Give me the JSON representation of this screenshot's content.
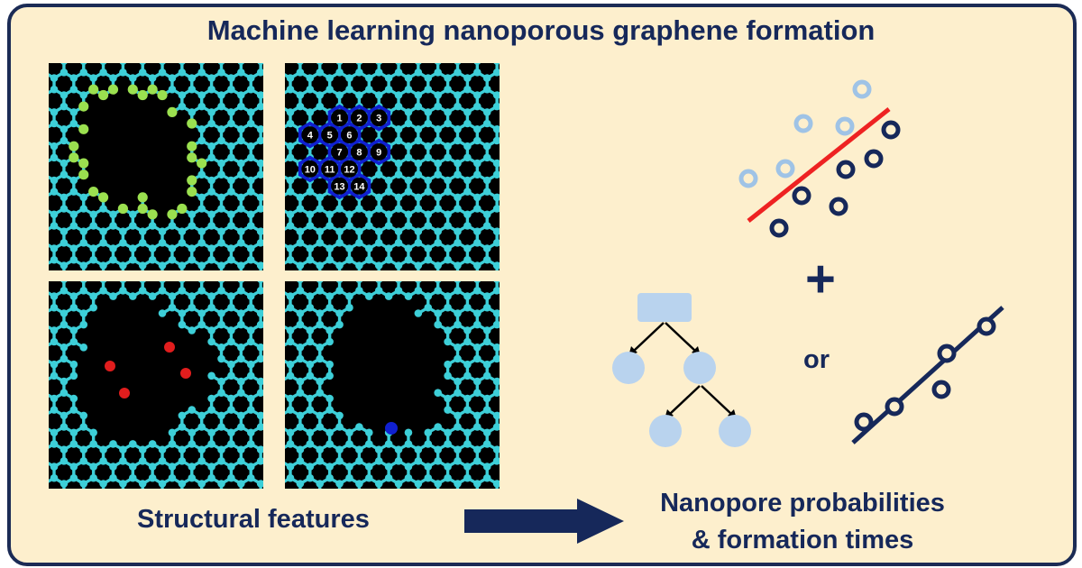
{
  "title": "Machine learning nanoporous graphene formation",
  "captions": {
    "left": "Structural features",
    "right_line1": "Nanopore probabilities",
    "right_line2": "& formation times"
  },
  "connectors": {
    "plus": "+",
    "or": "or"
  },
  "ring_labels": [
    "1",
    "2",
    "3",
    "4",
    "5",
    "6",
    "7",
    "8",
    "9",
    "10",
    "11",
    "12",
    "13",
    "14"
  ],
  "colors": {
    "navy": "#16285a",
    "background": "#fdefcd",
    "carbon": "#3dcfd8",
    "edge_green": "#9be04f",
    "defect_red": "#e11d1d",
    "highlight_blue": "#1020d0",
    "light_blue": "#b9d3ee",
    "regression_red": "#ee2222"
  }
}
